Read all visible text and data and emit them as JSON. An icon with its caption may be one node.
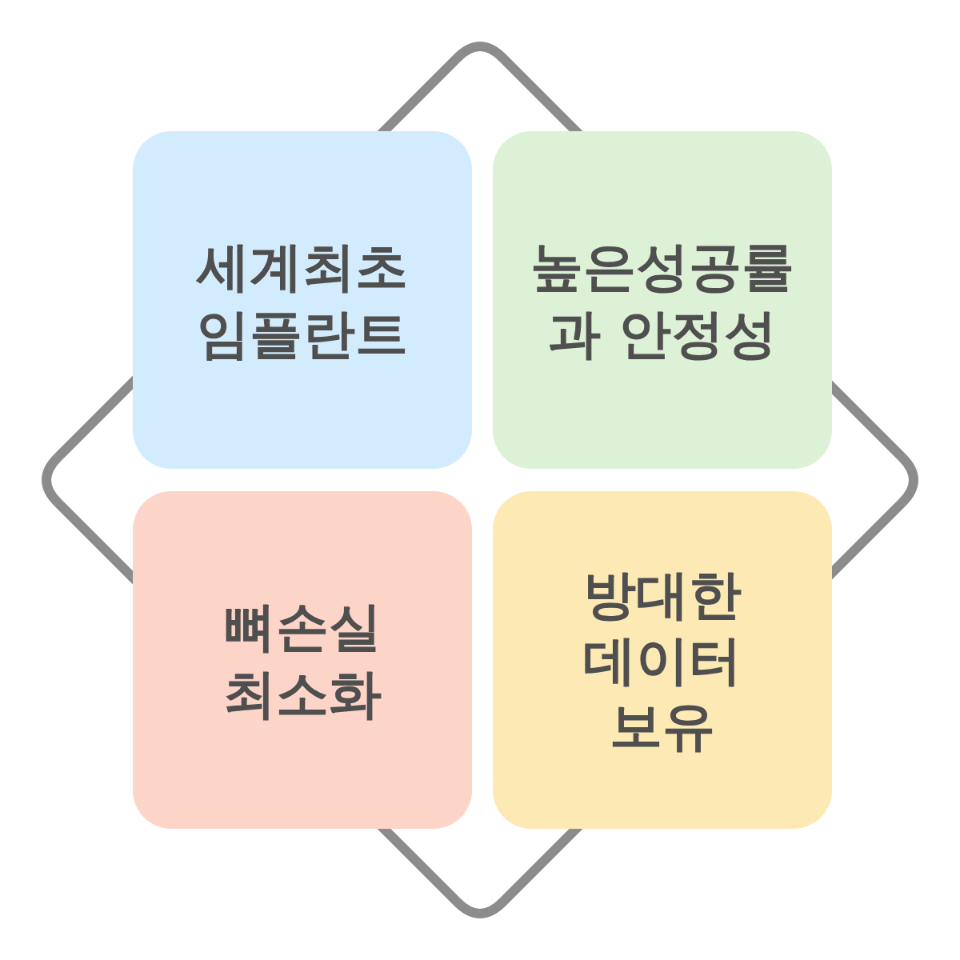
{
  "diagram": {
    "nodes": [
      {
        "text": [
          "세계최초 임플란트"
        ]
      },
      {
        "text": [
          "높은성공률과 안정성"
        ]
      },
      {
        "text": [
          "뼈손실 최소화"
        ]
      },
      {
        "text": [
          "방대한 데이터 보유"
        ]
      }
    ]
  }
}
